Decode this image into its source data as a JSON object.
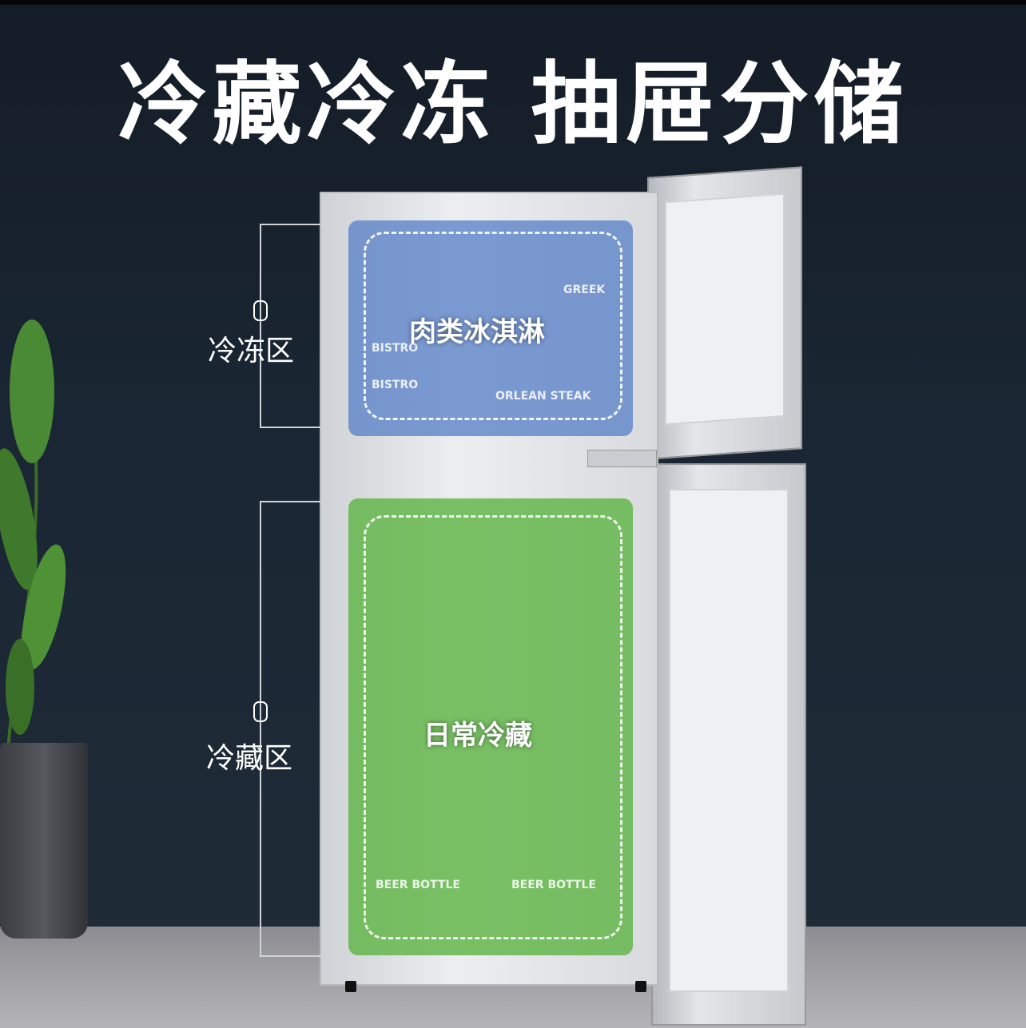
{
  "headline": "冷藏冷冻 抽屉分储",
  "zones": {
    "freezer": {
      "side_label": "冷冻区",
      "inner_label": "肉类冰淇淋",
      "color": "#5a82c8"
    },
    "fridge": {
      "side_label": "冷藏区",
      "inner_label": "日常冷藏",
      "color": "#5fb446"
    }
  },
  "product_labels": {
    "bistro": "BISTRO",
    "steak": "ORLEAN STEAK",
    "greek": "GREEK",
    "beer": "BEER BOTTLE"
  }
}
